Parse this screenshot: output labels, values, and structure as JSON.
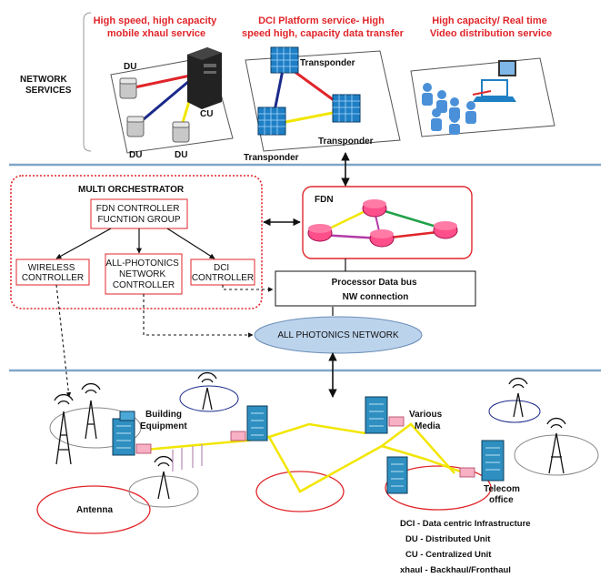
{
  "labels": {
    "network_services": [
      "NETWORK",
      "SERVICES"
    ],
    "service1": [
      "High speed, high capacity",
      "mobile xhaul service"
    ],
    "service2": [
      "DCI Platform service- High",
      "speed high, capacity data transfer"
    ],
    "service3": [
      "High capacity/ Real time",
      "Video distribution service"
    ],
    "du": "DU",
    "cu": "CU",
    "transponder": "Transponder",
    "multi_orchestrator": "MULTI ORCHESTRATOR",
    "fdn_group": [
      "FDN CONTROLLER",
      "FUCNTION GROUP"
    ],
    "wireless_controller": [
      "WIRELESS",
      "CONTROLLER"
    ],
    "photonics_controller": [
      "ALL-PHOTONICS",
      "NETWORK",
      "CONTROLLER"
    ],
    "dci_controller": [
      "DCI",
      "CONTROLLER"
    ],
    "fdn": "FDN",
    "processor_bus": [
      "Processor Data bus",
      "NW connection"
    ],
    "all_photonics_network": "ALL PHOTONICS NETWORK",
    "building_equipment": [
      "Building",
      "Equipment"
    ],
    "various_media": [
      "Various",
      "Media"
    ],
    "antenna": "Antenna",
    "telecom_office": [
      "Telecom",
      "office"
    ]
  },
  "legend": [
    "DCI - Data centric Infrastructure",
    "DU - Distributed Unit",
    "CU - Centralized Unit",
    "xhaul - Backhaul/Fronthaul"
  ],
  "colors": {
    "red": "#e0252a",
    "blue_rule": "#7fa6c8",
    "navy": "#1a2a8a",
    "yellow": "#f2e600",
    "green": "#22a24a",
    "magenta": "#b23aa8",
    "router": "#ff4f8a",
    "building": "#2e8fc0"
  }
}
